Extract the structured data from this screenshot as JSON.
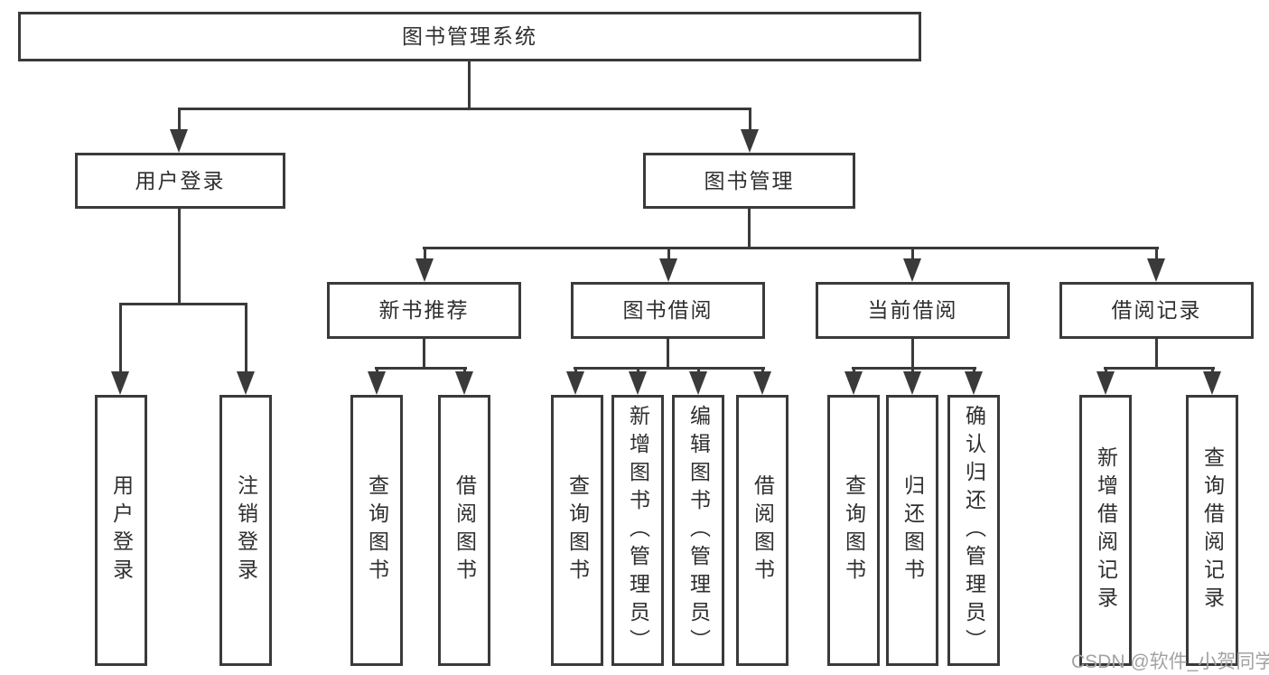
{
  "tree": {
    "root": "图书管理系统",
    "branches": [
      {
        "label": "用户登录",
        "children": [
          "用户登录",
          "注销登录"
        ]
      },
      {
        "label": "图书管理",
        "groups": [
          {
            "label": "新书推荐",
            "children": [
              "查询图书",
              "借阅图书"
            ]
          },
          {
            "label": "图书借阅",
            "children": [
              "查询图书",
              "新增图书（管理员）",
              "编辑图书（管理员）",
              "借阅图书"
            ]
          },
          {
            "label": "当前借阅",
            "children": [
              "查询图书",
              "归还图书",
              "确认归还（管理员）"
            ]
          },
          {
            "label": "借阅记录",
            "children": [
              "新增借阅记录",
              "查询借阅记录"
            ]
          }
        ]
      }
    ]
  },
  "watermark": {
    "text": "CSDN @软件_小贺同学"
  },
  "colors": {
    "line": "#3a3a3a",
    "text": "#2f2f2f",
    "box_background": "#ffffff",
    "background": "#ffffff",
    "watermark": "#a3a3a3"
  }
}
